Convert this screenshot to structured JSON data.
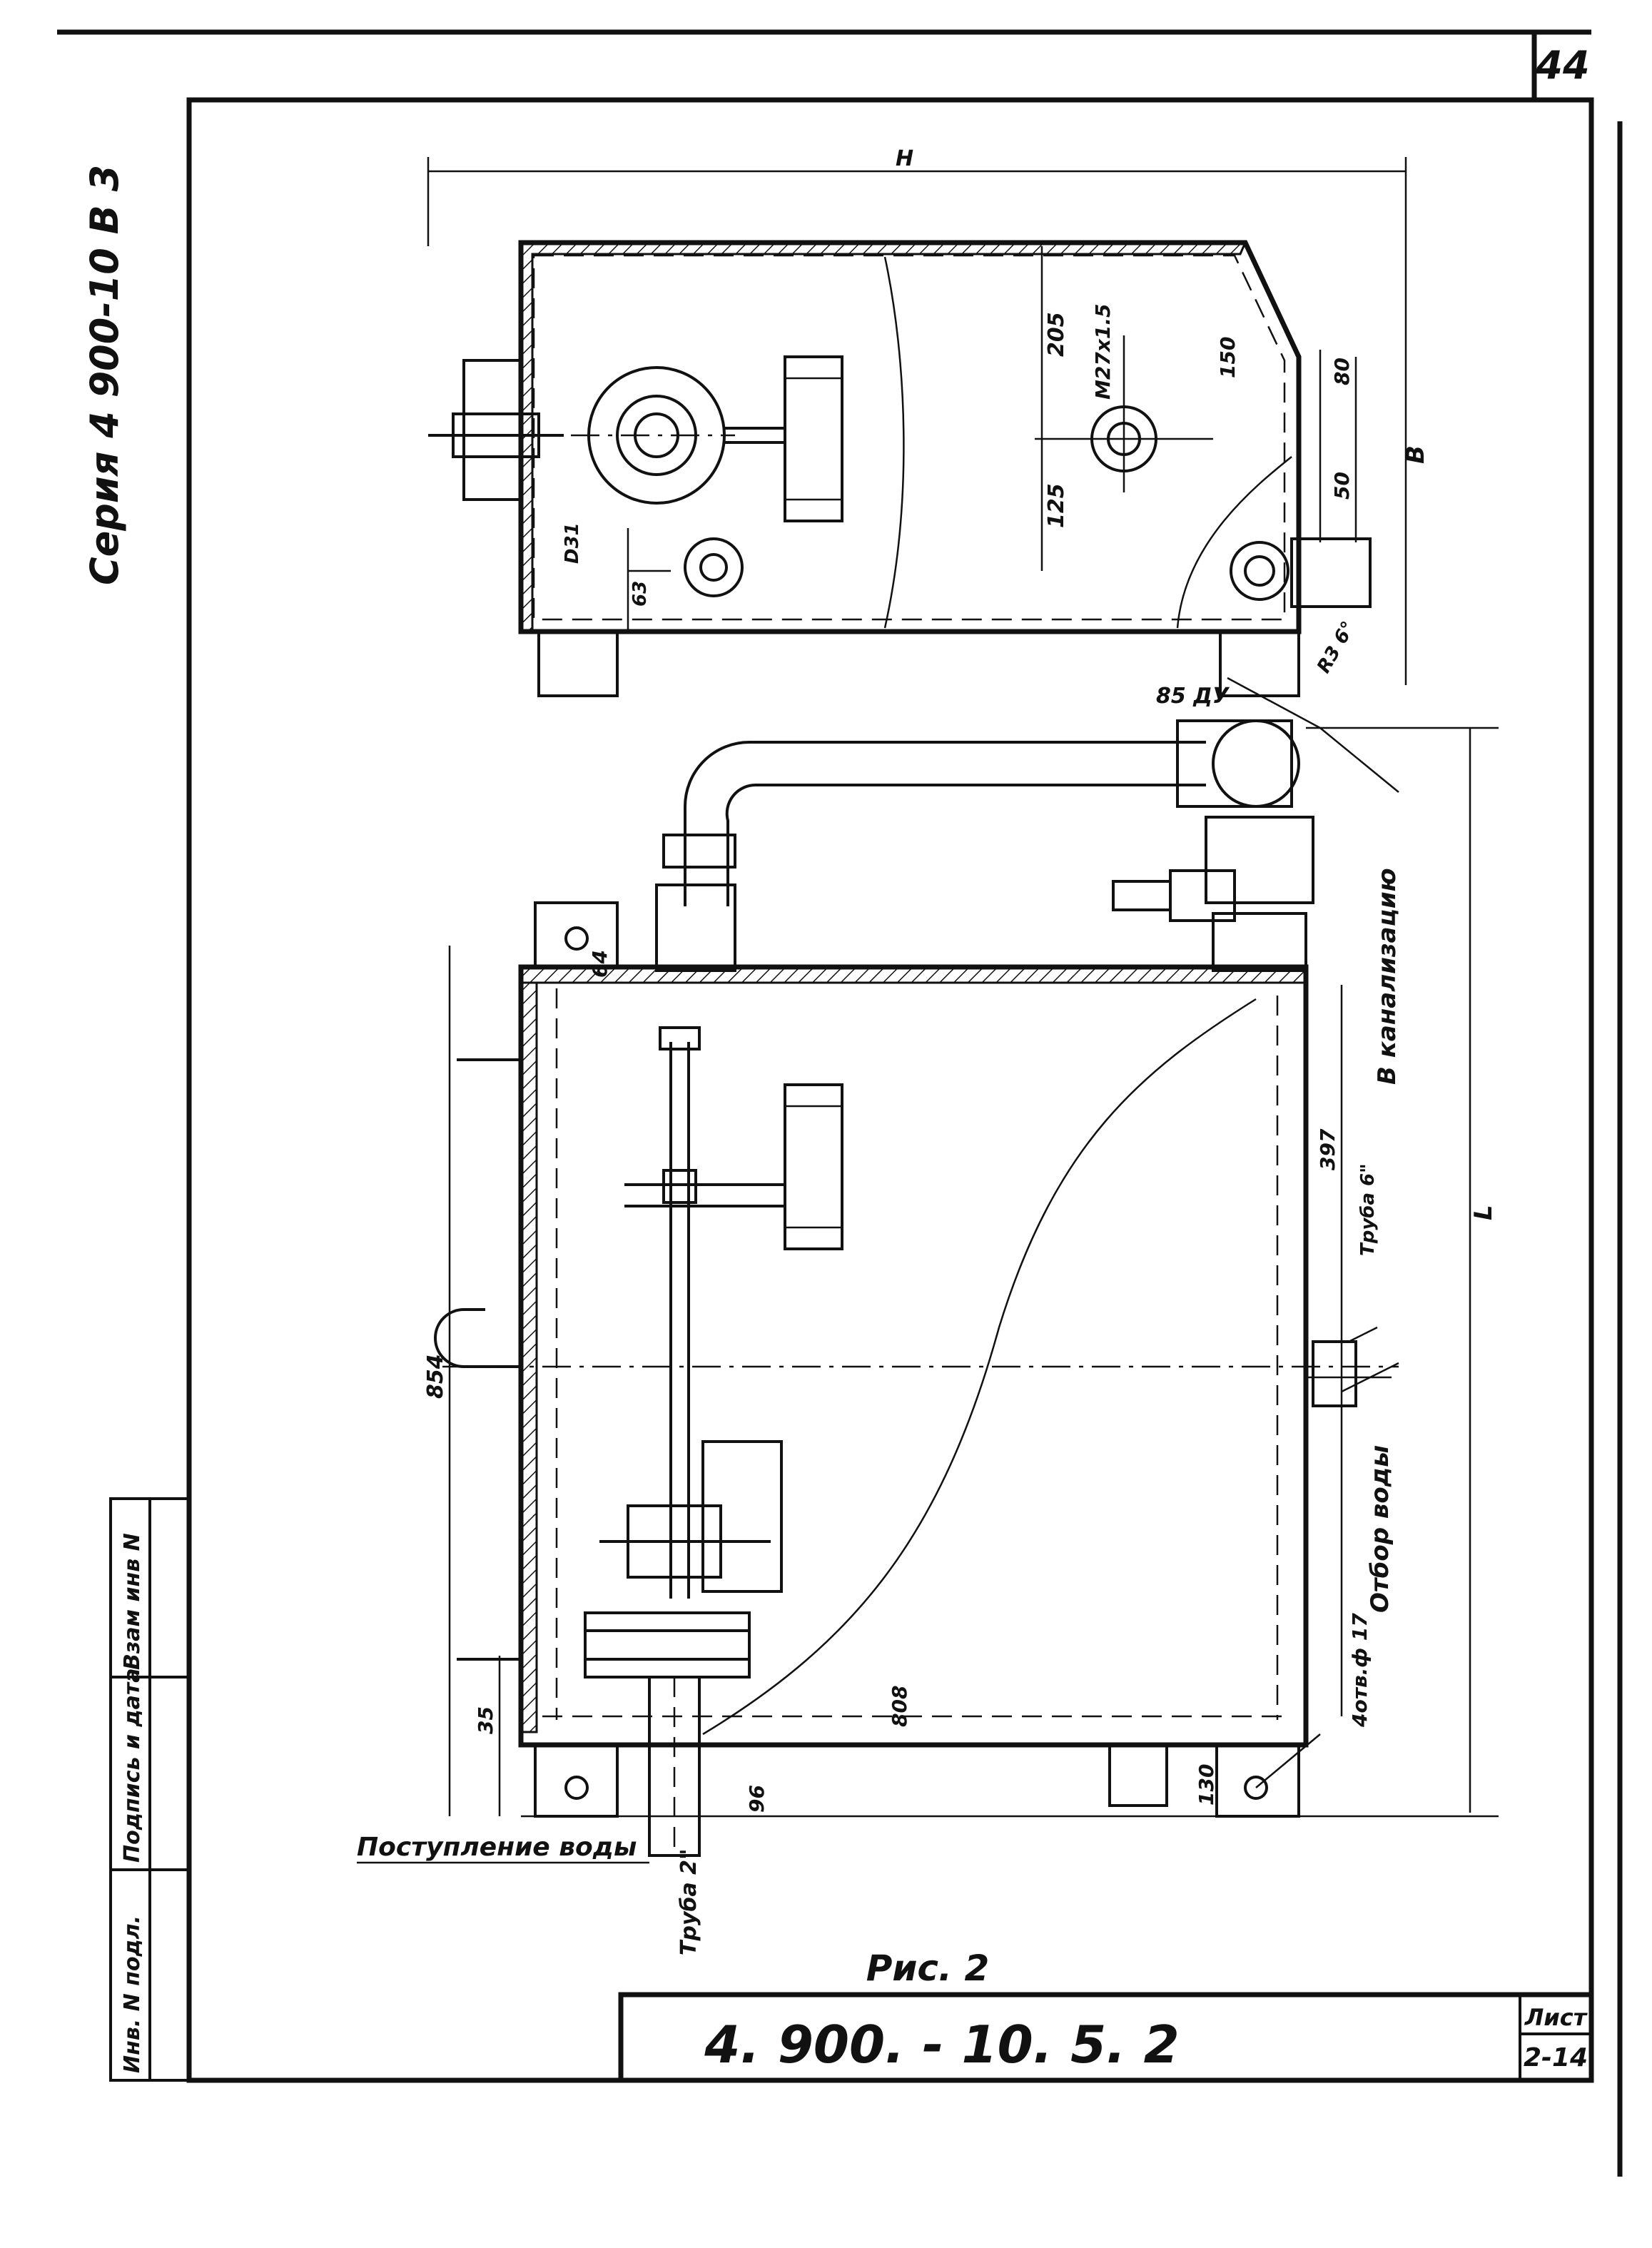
{
  "sheet": {
    "page_number": "44",
    "series_label": "Серия 4 900-10 В 3",
    "figure_caption": "Рис. 2",
    "document_code": "4. 900. - 10. 5. 2",
    "sheet_header": "Лист",
    "sheet_number": "2-14"
  },
  "side_stamp": {
    "cells": [
      "Инв. N подл.",
      "Подпись и дата",
      "Взам инв N"
    ]
  },
  "top_view": {
    "dim_overall_width": "Н",
    "dim_height": "В",
    "dim_205": "205",
    "dim_125": "125",
    "dim_m27": "М27х1.5",
    "dim_150": "150",
    "dim_80": "80",
    "dim_50": "50",
    "dim_d3": "D31",
    "dim_63": "63",
    "dim_r": "R3 6°"
  },
  "front_view": {
    "dim_64": "64",
    "dim_854": "854",
    "dim_35": "35",
    "dim_808": "808",
    "dim_96": "96",
    "dim_130": "130",
    "dim_397": "397",
    "dim_L": "L",
    "dim_85": "85 ДУ",
    "label_sewer": "В канализацию",
    "label_pipe_sewer": "Труба 6\"",
    "label_water_draw": "Отбор воды",
    "label_holes": "4отв.ф 17",
    "label_water_inlet": "Поступление воды",
    "label_pipe_inlet": "Труба 2\""
  }
}
